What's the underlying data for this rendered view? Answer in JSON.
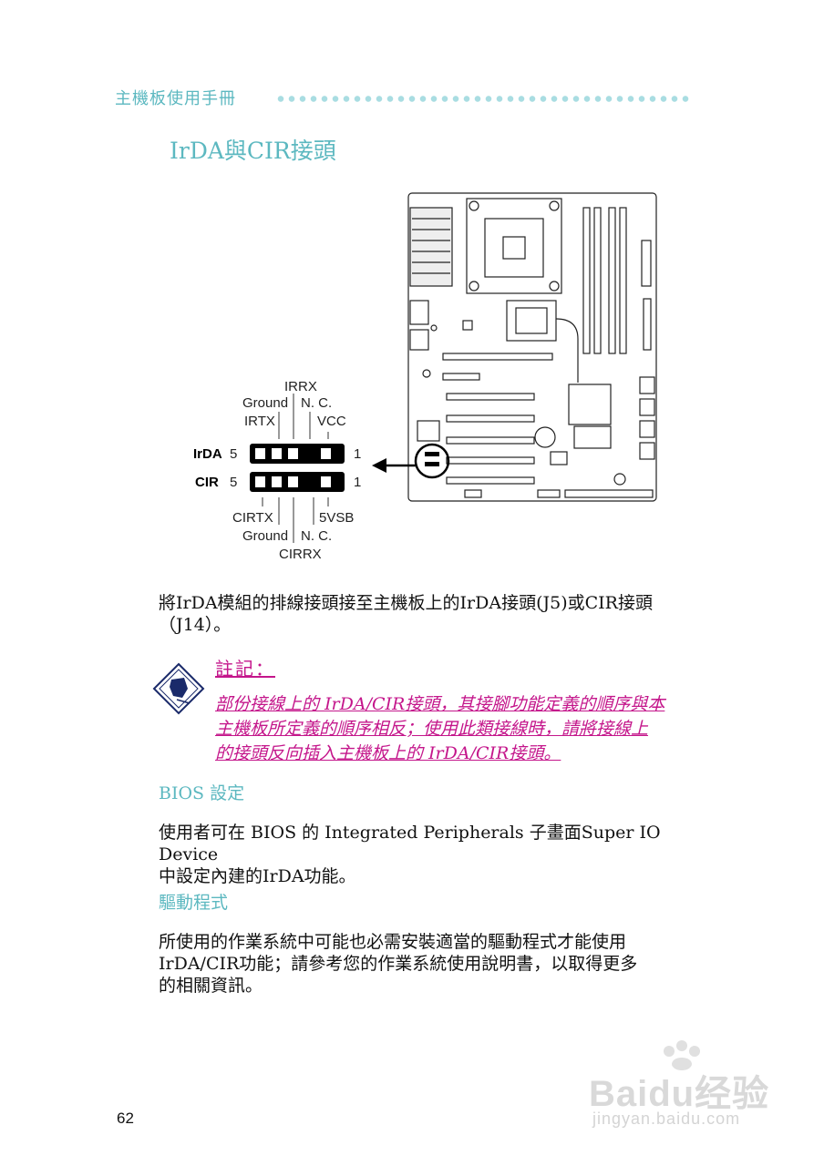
{
  "header": {
    "title": "主機板使用手冊"
  },
  "section": {
    "title": "IrDA與CIR接頭"
  },
  "diagram": {
    "irda_top": {
      "irrx": "IRRX",
      "ground": "Ground",
      "nc": "N. C.",
      "irtx": "IRTX",
      "vcc": "VCC"
    },
    "cir_bottom": {
      "cirtx": "CIRTX",
      "vsb": "5VSB",
      "ground": "Ground",
      "nc": "N. C.",
      "cirrx": "CIRRX"
    },
    "row_irda": {
      "name": "IrDA",
      "pin5": "5",
      "pin1": "1"
    },
    "row_cir": {
      "name": "CIR",
      "pin5": "5",
      "pin1": "1"
    }
  },
  "body": {
    "para1_line1": "將IrDA模組的排線接頭接至主機板上的IrDA接頭(J5)或CIR接頭",
    "para1_line2": "（J14）。"
  },
  "note": {
    "heading": "註記：",
    "line1": "部份接線上的 IrDA/CIR接頭，其接腳功能定義的順序與本",
    "line2": "主機板所定義的順序相反；使用此類接線時，請將接線上",
    "line3": "的接頭反向插入主機板上的 IrDA/CIR接頭。"
  },
  "bios": {
    "heading": "BIOS 設定",
    "line1": "使用者可在 BIOS 的 Integrated  Peripherals 子畫面Super IO Device",
    "line2": "中設定內建的IrDA功能。"
  },
  "driver": {
    "heading": "驅動程式",
    "line1": "所使用的作業系統中可能也必需安裝適當的驅動程式才能使用",
    "line2": "IrDA/CIR功能；請參考您的作業系統使用說明書，以取得更多",
    "line3": "的相關資訊。"
  },
  "page_number": "62",
  "watermark": {
    "logo": "Baidu经验",
    "url": "jingyan.baidu.com"
  }
}
